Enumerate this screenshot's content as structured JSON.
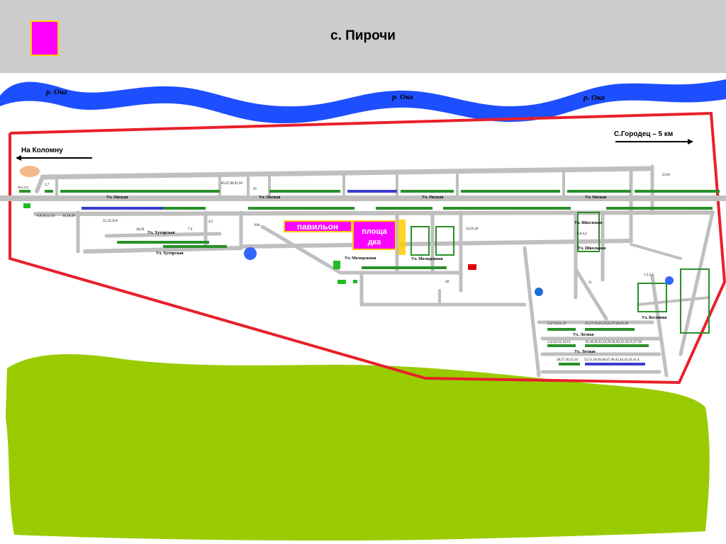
{
  "header": {
    "title": "с. Пирочи",
    "legend_color": "#ff00ff"
  },
  "river": {
    "labels": [
      "р. Ока",
      "р. Ока",
      "р. Ока"
    ],
    "color": "#1e4fff"
  },
  "directions": {
    "left": "На Коломну",
    "right": "С.Городец – 5 км"
  },
  "places": {
    "pavilion": "павильон",
    "square_line1": "площа",
    "square_line2": "дка"
  },
  "streets": {
    "okskaya": "Ул. Окская",
    "khutorskaya": "Ул. Хуторская",
    "molodezhnaya": "Ул. Молодежная",
    "vesennyaya": "Ул. Весенняя",
    "lesnaya": "Ул. Лесная",
    "shkolnaya": "Ул. Школьная"
  },
  "house_numbers": {
    "n1": "№1,2,4",
    "n2": "5,7",
    "n3": "95",
    "n4": "85,87,89,91,93",
    "n5": "253А",
    "n6": "10А",
    "n7": "31,32,32А",
    "n8": "28,26",
    "n9": "24,25,26",
    "n10": "21",
    "n11": "1,2,3,4",
    "n12": "38",
    "n13": "9,8,10,12,14",
    "n14": "16,18,20",
    "n15": "8,6,4,2",
    "n16": "3,5,7,9,11,13",
    "n17": "15,17,19,21,23,25,27,29,31,33",
    "n18": "2,4,6,8,12,10,14",
    "n19": "16,18,20,22,24,26,28,30,32,34,35,37,38",
    "n20": "58,57,56,55,54",
    "n21": "52,51,50,49,48,47,46,45,44,43,42,41,4",
    "n22": "7   6",
    "n23": "4,5"
  },
  "colors": {
    "boundary": "#e8202a",
    "road": "#bfbfbf",
    "forest": "#99cc00",
    "lake": "#3366ff",
    "pond": "#f4b98c"
  }
}
